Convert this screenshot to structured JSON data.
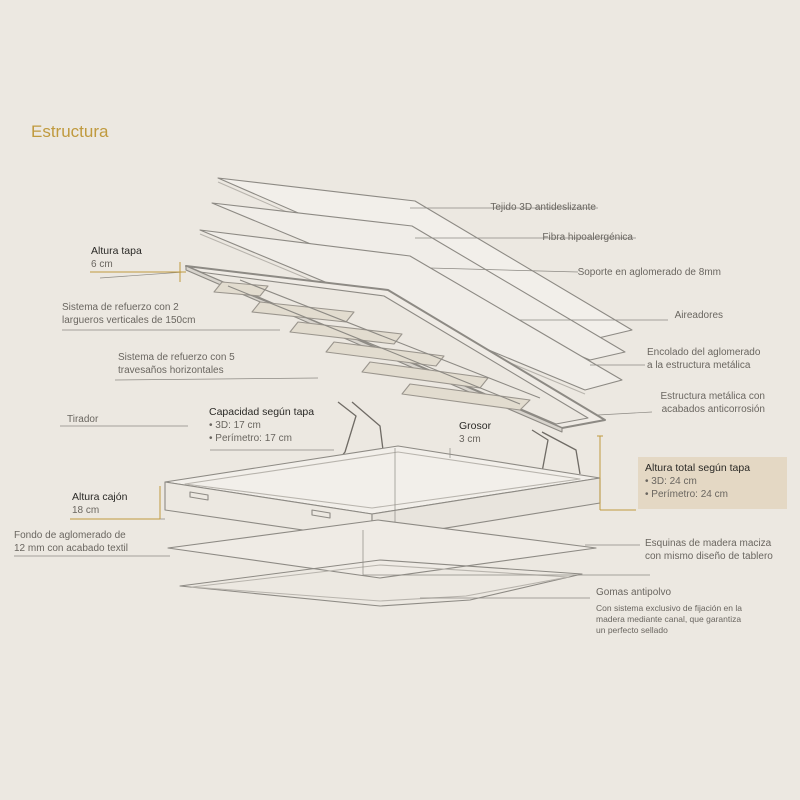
{
  "title": "Estructura",
  "colors": {
    "background": "#ece8e1",
    "accent": "#c09a3e",
    "highlight_box": "#e4d8c4",
    "line": "#8d8a84",
    "text": "#6a6660"
  },
  "labels": {
    "tejido": "Tejido 3D antideslizante",
    "fibra": "Fibra hipoalergénica",
    "soporte": "Soporte en aglomerado de 8mm",
    "aireadores": "Aireadores",
    "encolado_1": "Encolado del aglomerado",
    "encolado_2": "a la estructura metálica",
    "estructura_1": "Estructura metálica con",
    "estructura_2": "acabados anticorrosión",
    "altura_tapa_title": "Altura tapa",
    "altura_tapa_value": "6 cm",
    "largueros_1": "Sistema de refuerzo con 2",
    "largueros_2": "largueros verticales de 150cm",
    "travesanos_1": "Sistema de refuerzo con 5",
    "travesanos_2": "travesaños horizontales",
    "tirador": "Tirador",
    "capacidad_title": "Capacidad según tapa",
    "capacidad_3d": "• 3D: 17 cm",
    "capacidad_perimetro": "• Perímetro: 17 cm",
    "grosor_title": "Grosor",
    "grosor_value": "3 cm",
    "altura_total_title": "Altura total según tapa",
    "altura_total_3d": "• 3D: 24 cm",
    "altura_total_perimetro": "• Perímetro: 24 cm",
    "altura_cajon_title": "Altura cajón",
    "altura_cajon_value": "18 cm",
    "fondo_1": "Fondo de aglomerado de",
    "fondo_2": "12 mm con acabado textil",
    "esquinas_1": "Esquinas de madera maciza",
    "esquinas_2": "con mismo diseño de tablero",
    "gomas": "Gomas antipolvo",
    "gomas_desc_1": "Con sistema exclusivo de fijación en la",
    "gomas_desc_2": "madera mediante canal, que garantiza",
    "gomas_desc_3": "un perfecto sellado"
  }
}
